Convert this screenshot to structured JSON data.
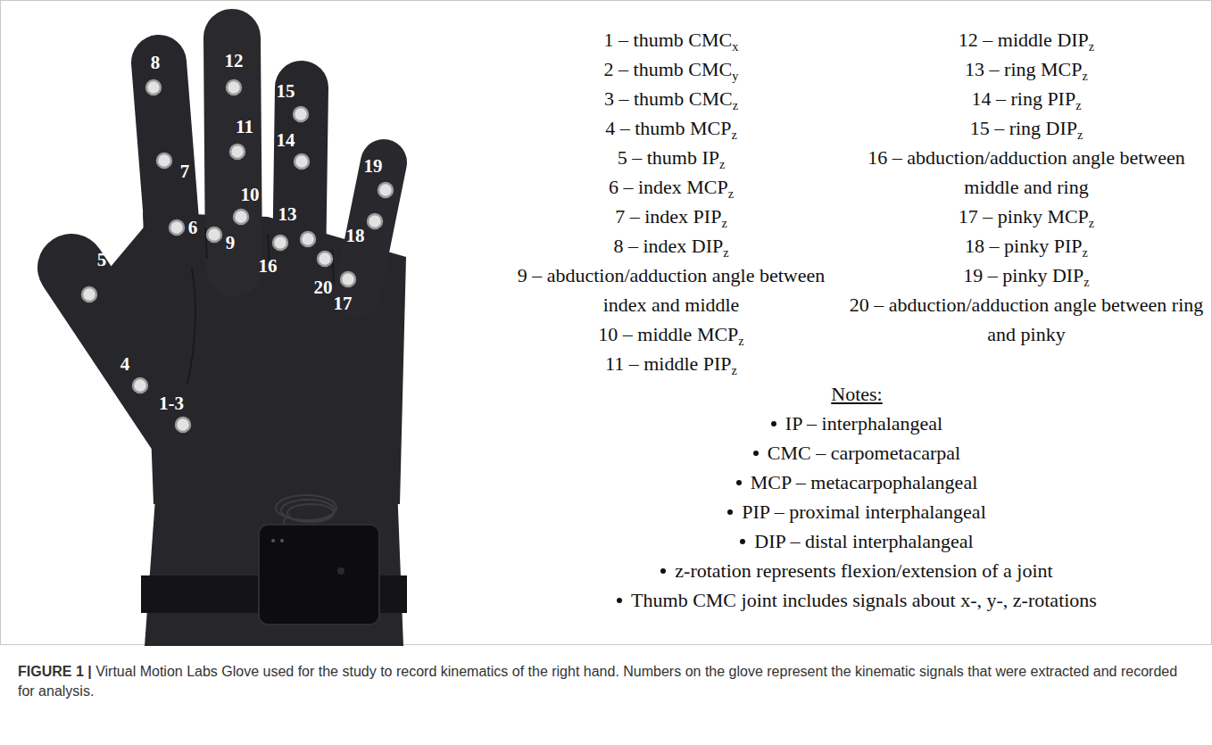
{
  "diagram": {
    "caption": "FIGURE 1 | Virtual Motion Labs Glove used for the study to record kinematics of the right hand. Numbers on the glove represent the kinematic signals that were extracted and recorded for analysis.",
    "labels": [
      "1-3",
      "4",
      "5",
      "6",
      "7",
      "8",
      "9",
      "10",
      "11",
      "12",
      "13",
      "14",
      "15",
      "16",
      "17",
      "18",
      "19",
      "20",
      "1 – thumb CMCx",
      "2 – thumb CMCy",
      "3 – thumb CMCz",
      "4 – thumb MCPz",
      "5 – thumb IPz",
      "6 – index MCPz",
      "7 – index PIPz",
      "8 – index DIPz",
      "9 – abduction/adduction angle between index and middle",
      "10 – middle MCPz",
      "11 – middle PIPz",
      "12 – middle DIPz",
      "13 – ring MCPz",
      "14 – ring PIPz",
      "15 – ring DIPz",
      "16 – abduction/adduction angle between middle and ring",
      "17 – pinky MCPz",
      "18 – pinky PIPz",
      "19 – pinky DIPz",
      "20 – abduction/adduction angle between ring and pinky",
      "Notes:",
      "IP – interphalangeal",
      "CMC – carpometacarpal",
      "MCP – metacarpophalangeal",
      "PIP – proximal interphalangeal",
      "DIP – distal interphalangeal",
      "z-rotation represents flexion/extension of a joint",
      "Thumb CMC joint includes signals about x-, y-, z-rotations"
    ]
  }
}
